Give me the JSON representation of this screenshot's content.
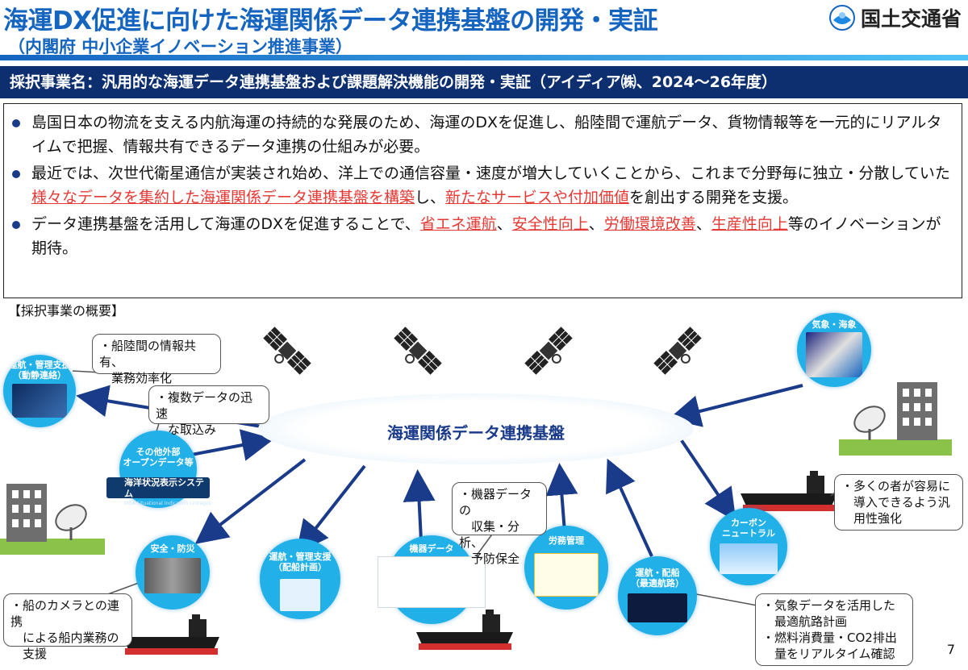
{
  "header": {
    "title": "海運DX促進に向けた海運関係データ連携基盤の開発・実証",
    "subtitle": "（内閣府 中小企業イノベーション推進事業）",
    "ministry": "国土交通省"
  },
  "banner": "採択事業名：汎用的な海運データ連携基盤および課題解決機能の開発・実証（アイディア㈱、2024～26年度）",
  "summary": {
    "b1": "島国日本の物流を支える内航海運の持続的な発展のため、海運のDXを促進し、船陸間で運航データ、貨物情報等を一元的にリアルタイムで把握、情報共有できるデータ連携の仕組みが必要。",
    "b2_pre": "最近では、次世代衛星通信が実装され始め、洋上での通信容量・速度が増大していくことから、これまで分野毎に独立・分散していた",
    "b2_hl1": "様々なデータを集約した海運関係データ連携基盤を構築",
    "b2_mid": "し、",
    "b2_hl2": "新たなサービスや付加価値",
    "b2_post": "を創出する開発を支援。",
    "b3_pre": "データ連携基盤を活用して海運のDXを促進することで、",
    "b3_hl1": "省エネ運航",
    "b3_hl2": "安全性向上",
    "b3_hl3": "労働環境改善",
    "b3_hl4": "生産性向上",
    "sep": "、",
    "b3_post": "等のイノベーションが期待。"
  },
  "overview_label": "【採択事業の概要】",
  "hub_label": "海運関係データ連携基盤",
  "nodes": {
    "operation_support": "運航・管理支援\n（動静連絡）",
    "open_data": "その他外部\nオープンデータ等",
    "open_data_system": "海洋状況表示システム",
    "open_data_system_en": "MDA Situational Indication Linkages",
    "safety": "安全・防災",
    "allocation": "運航・管理支援\n（配船計画）",
    "equipment": "機器データ",
    "labor": "労務管理",
    "route": "運航・配船\n（最適航路）",
    "carbon": "カーボン\nニュートラル",
    "weather": "気象・海象"
  },
  "callouts": {
    "c1": "・船陸間の情報共有、\n　業務効率化",
    "c2": "・複数データの迅速\n　な取込み",
    "c3": "・機器データの\n　収集・分析、\n　予防保全",
    "c4": "・多くの者が容易に\n　導入できるよう汎\n　用性強化",
    "c5": "・船のカメラとの連携\n　による船内業務の\n　支援",
    "c6a": "・気象データを活用した\n　最適航路計画",
    "c6b": "・燃料消費量・CO2排出\n　量をリアルタイム確認"
  },
  "page_number": "7",
  "colors": {
    "title": "#1565c0",
    "banner": "#0d2f70",
    "highlight": "#e53935",
    "node": "#21b0e8",
    "arrow": "#1a3a8a"
  }
}
